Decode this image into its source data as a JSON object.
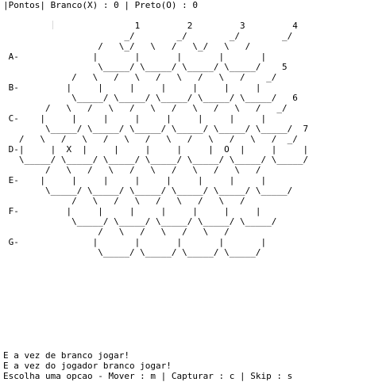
{
  "score": {
    "line": "|Pontos| Branco(X) : 0 | Preto(O) : 0"
  },
  "board": {
    "text": "                         1         2         3         4\n                       _/        _/        _/        _/\n                  /   \\_/   \\   /   \\_/   \\   /\n A-              |       |       |       |       |\n                  \\_____/ \\_____/ \\_____/ \\_____/    5\n             /   \\   /   \\   /   \\   /   \\   /    _/\n B-         |     |     |     |     |     |     |\n             \\_____/ \\_____/ \\_____/ \\_____/ \\_____/   6\n        /   \\   /   \\   /   \\   /   \\   /   \\   /   _/\n C-    |     |     |     |     |     |     |     |\n        \\_____/ \\_____/ \\_____/ \\_____/ \\_____/ \\_____/  7\n   /   \\   /   \\   /   \\   /   \\   /   \\   /   \\   /  _/\n D-|     |  X  |     |     |     |     |  O  |     |     |\n   \\_____/ \\_____/ \\_____/ \\_____/ \\_____/ \\_____/ \\_____/\n        /   \\   /   \\   /   \\   /   \\   /   \\   /\n E-    |     |     |     |     |     |     |     |\n        \\_____/ \\_____/ \\_____/ \\_____/ \\_____/ \\_____/\n             /   \\   /   \\   /   \\   /   \\   /\n F-         |     |     |     |     |     |     |\n             \\_____/ \\_____/ \\_____/ \\_____/ \\_____/\n                  /   \\   /   \\   /   \\   /\n G-              |       |       |       |       |\n                  \\_____/ \\_____/ \\_____/ \\_____/"
  },
  "messages": {
    "line1": "E a vez de branco jogar!",
    "line2": "E a vez do jogador branco jogar!",
    "line3": "Escolha uma opcao - Mover : m | Capturar : c | Skip : s"
  }
}
